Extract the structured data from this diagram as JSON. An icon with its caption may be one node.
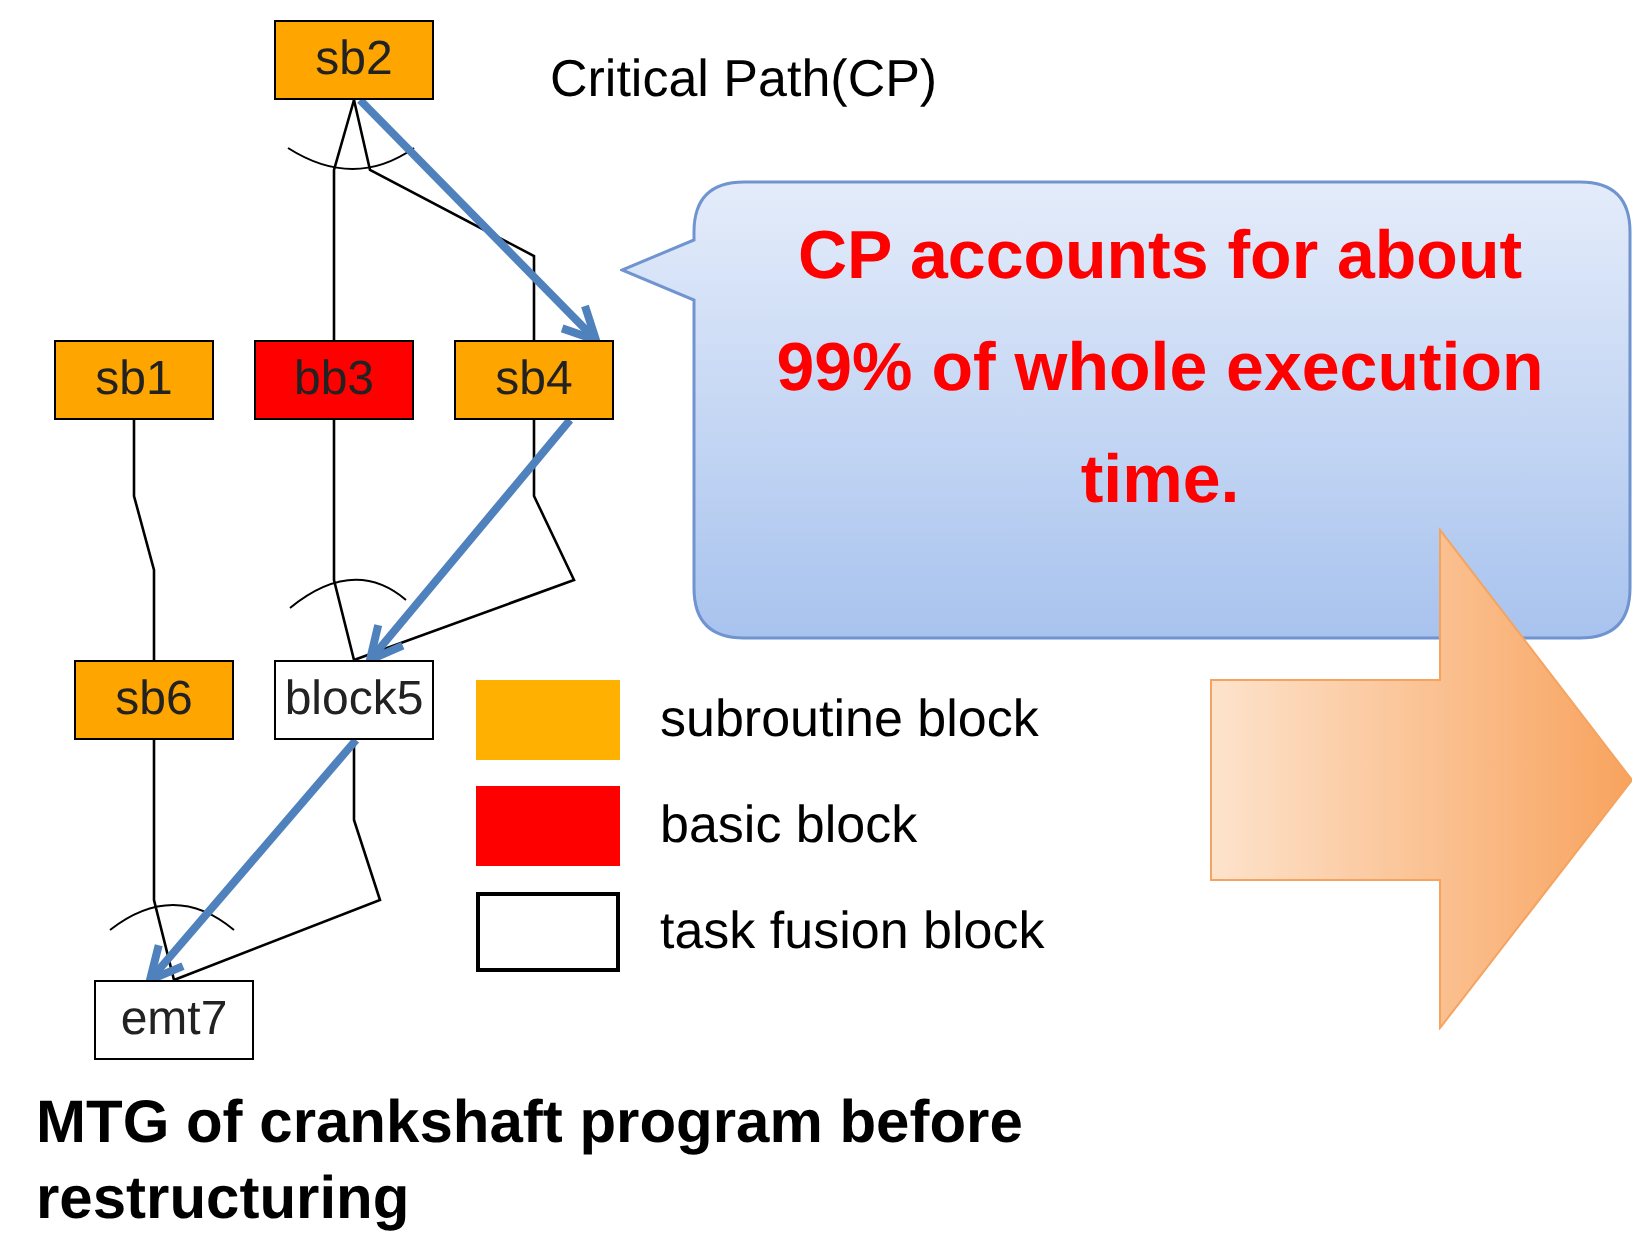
{
  "diagram": {
    "caption": "MTG of crankshaft program before restructuring",
    "nodes": [
      {
        "text": [
          "sb2"
        ]
      },
      {
        "text": [
          "sb1"
        ]
      },
      {
        "text": [
          "bb3"
        ]
      },
      {
        "text": [
          "sb4"
        ]
      },
      {
        "text": [
          "sb6"
        ]
      },
      {
        "text": [
          "block5"
        ]
      },
      {
        "text": [
          "emt7"
        ]
      },
      {
        "text": [
          "CP accounts for about 99% of whole execution time."
        ]
      },
      {
        "text": [],
        "shape": "arrow"
      }
    ],
    "edges": [
      {
        "from": 0,
        "to": 2,
        "arrow": "none"
      },
      {
        "from": 0,
        "to": 3,
        "arrow": "none"
      },
      {
        "from": 1,
        "to": 4,
        "arrow": "none"
      },
      {
        "from": 2,
        "to": 5,
        "arrow": "none"
      },
      {
        "from": 3,
        "to": 5,
        "arrow": "none"
      },
      {
        "from": 4,
        "to": 6,
        "arrow": "none"
      },
      {
        "from": 5,
        "to": 6,
        "arrow": "none"
      },
      {
        "from": 0,
        "to": 3,
        "arrow": "to",
        "style": "thick",
        "color": "#4f81bd"
      },
      {
        "from": 3,
        "to": 5,
        "arrow": "to",
        "style": "thick",
        "color": "#4f81bd"
      },
      {
        "from": 5,
        "to": 6,
        "arrow": "to",
        "style": "thick",
        "color": "#4f81bd"
      }
    ],
    "labels": [
      "Critical Path(CP)"
    ],
    "legend": [
      {
        "text": "subroutine block",
        "color": "#ffb000"
      },
      {
        "text": "basic block",
        "color": "#ff0000"
      },
      {
        "text": "task fusion block",
        "color": "#ffffff"
      }
    ]
  }
}
